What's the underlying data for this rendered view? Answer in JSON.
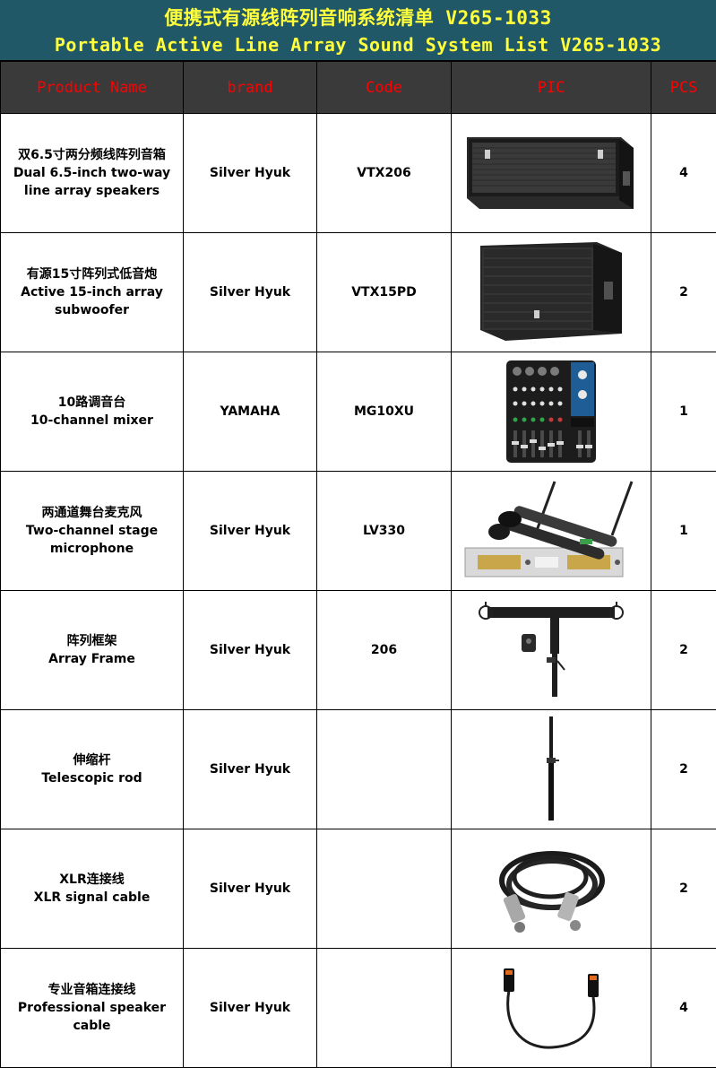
{
  "title": {
    "cn": "便携式有源线阵列音响系统清单 V265-1033",
    "en": "Portable Active Line Array Sound System List V265-1033"
  },
  "headers": [
    "Product Name",
    "brand",
    "Code",
    "PIC",
    "PCS"
  ],
  "colors": {
    "title_bg": "#205867",
    "title_text": "#ffff3c",
    "header_bg": "#3a3a3a",
    "header_text": "#ff0000"
  },
  "rows": [
    {
      "name_cn": "双6.5寸两分频线阵列音箱",
      "name_en": "Dual 6.5-inch two-way line array speakers",
      "brand": "Silver Hyuk",
      "code": "VTX206",
      "pcs": "4",
      "pic": "line-array-speaker"
    },
    {
      "name_cn": "有源15寸阵列式低音炮",
      "name_en": "Active 15-inch array subwoofer",
      "brand": "Silver Hyuk",
      "code": "VTX15PD",
      "pcs": "2",
      "pic": "subwoofer"
    },
    {
      "name_cn": "10路调音台",
      "name_en": "10-channel mixer",
      "brand": "YAMAHA",
      "code": "MG10XU",
      "pcs": "1",
      "pic": "mixer"
    },
    {
      "name_cn": "两通道舞台麦克风",
      "name_en": "Two-channel stage microphone",
      "brand": "Silver Hyuk",
      "code": "LV330",
      "pcs": "1",
      "pic": "wireless-microphone"
    },
    {
      "name_cn": "阵列框架",
      "name_en": "Array Frame",
      "brand": "Silver Hyuk",
      "code": "206",
      "pcs": "2",
      "pic": "array-frame"
    },
    {
      "name_cn": "伸缩杆",
      "name_en": "Telescopic rod",
      "brand": "Silver Hyuk",
      "code": "",
      "pcs": "2",
      "pic": "telescopic-rod"
    },
    {
      "name_cn": "XLR连接线",
      "name_en": "XLR signal cable",
      "brand": "Silver Hyuk",
      "code": "",
      "pcs": "2",
      "pic": "xlr-cable"
    },
    {
      "name_cn": "专业音箱连接线",
      "name_en": "Professional speaker cable",
      "brand": "Silver Hyuk",
      "code": "",
      "pcs": "4",
      "pic": "speaker-cable"
    }
  ]
}
